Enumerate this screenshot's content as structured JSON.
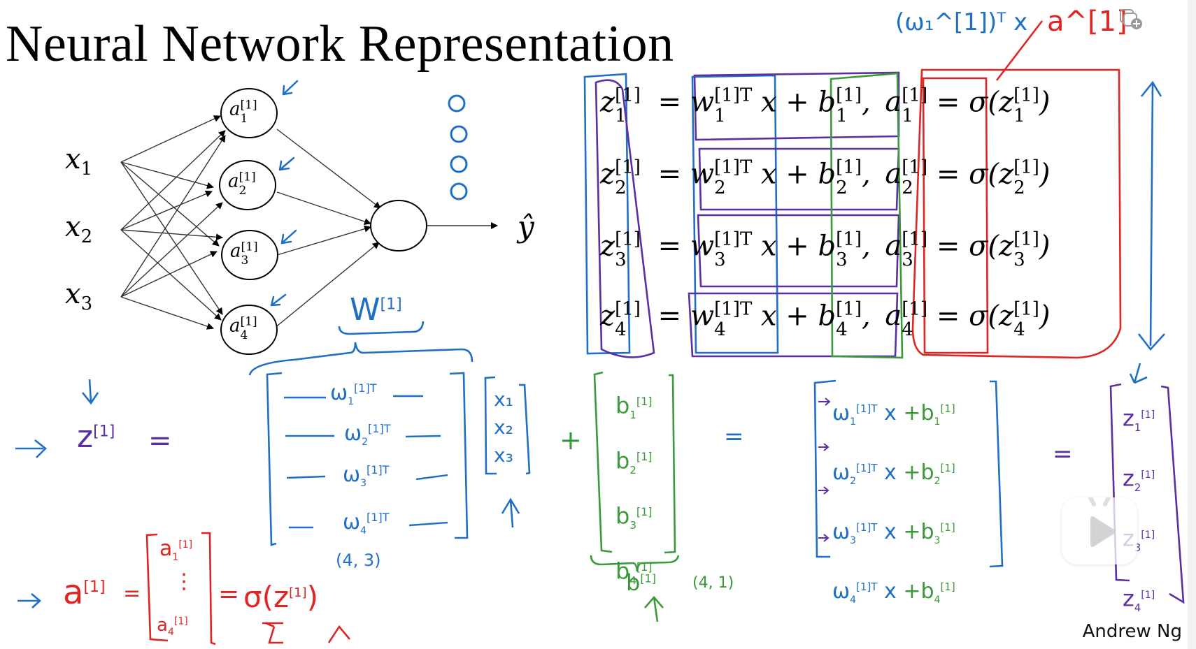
{
  "slide": {
    "title": "Neural Network Representation",
    "credit": "Andrew Ng"
  },
  "network": {
    "inputs": [
      "x",
      "x",
      "x"
    ],
    "input_subs": [
      "1",
      "2",
      "3"
    ],
    "hidden_nodes": [
      {
        "sym": "a",
        "sup": "[1]",
        "sub": "1"
      },
      {
        "sym": "a",
        "sup": "[1]",
        "sub": "2"
      },
      {
        "sym": "a",
        "sup": "[1]",
        "sub": "3"
      },
      {
        "sym": "a",
        "sup": "[1]",
        "sub": "4"
      }
    ],
    "output_label": "ŷ"
  },
  "equations": [
    {
      "z": "z",
      "sub": "1",
      "sup": "[1]",
      "w": "w",
      "wsup": "[1]T",
      "x": "x",
      "plus": "+",
      "b": "b",
      "bsup": "[1]",
      "a": "a",
      "asup": "[1]",
      "sigma": "σ",
      "eq": "="
    },
    {
      "z": "z",
      "sub": "2",
      "sup": "[1]",
      "w": "w",
      "wsup": "[1]T",
      "x": "x",
      "plus": "+",
      "b": "b",
      "bsup": "[1]",
      "a": "a",
      "asup": "[1]",
      "sigma": "σ",
      "eq": "="
    },
    {
      "z": "z",
      "sub": "3",
      "sup": "[1]",
      "w": "w",
      "wsup": "[1]T",
      "x": "x",
      "plus": "+",
      "b": "b",
      "bsup": "[1]",
      "a": "a",
      "asup": "[1]",
      "sigma": "σ",
      "eq": "="
    },
    {
      "z": "z",
      "sub": "4",
      "sup": "[1]",
      "w": "w",
      "wsup": "[1]T",
      "x": "x",
      "plus": "+",
      "b": "b",
      "bsup": "[1]",
      "a": "a",
      "asup": "[1]",
      "sigma": "σ",
      "eq": "="
    }
  ],
  "annotations": {
    "top_blue": "(ω₁^[1])ᵀ x",
    "top_red": "a^[1]",
    "W_label": "W",
    "W_sup": "[1]",
    "z_label": "z",
    "z_sup": "[1]",
    "equals": "=",
    "W_rows": [
      {
        "w": "ω",
        "sub": "1",
        "sup": "[1]T"
      },
      {
        "w": "ω",
        "sub": "2",
        "sup": "[1]T"
      },
      {
        "w": "ω",
        "sub": "3",
        "sup": "[1]T"
      },
      {
        "w": "ω",
        "sub": "4",
        "sup": "[1]T"
      }
    ],
    "W_shape": "(4, 3)",
    "x_vec": [
      "x₁",
      "x₂",
      "x₃"
    ],
    "plus": "+",
    "b_vec": [
      {
        "b": "b",
        "sub": "1",
        "sup": "[1]"
      },
      {
        "b": "b",
        "sub": "2",
        "sup": "[1]"
      },
      {
        "b": "b",
        "sub": "3",
        "sup": "[1]"
      },
      {
        "b": "b",
        "sub": "4",
        "sup": "[1]"
      }
    ],
    "b_label": "b",
    "b_sup": "[1]",
    "b_shape": "(4, 1)",
    "result_rows": [
      {
        "w": "ω",
        "sub": "1",
        "sup": "[1]T",
        "x": "x",
        "b": "+b",
        "bsub": "1",
        "bsup": "[1]"
      },
      {
        "w": "ω",
        "sub": "2",
        "sup": "[1]T",
        "x": "x",
        "b": "+b",
        "bsub": "2",
        "bsup": "[1]"
      },
      {
        "w": "ω",
        "sub": "3",
        "sup": "[1]T",
        "x": "x",
        "b": "+b",
        "bsub": "3",
        "bsup": "[1]"
      },
      {
        "w": "ω",
        "sub": "4",
        "sup": "[1]T",
        "x": "x",
        "b": "+b",
        "bsub": "4",
        "bsup": "[1]"
      }
    ],
    "z_vec": [
      {
        "z": "z",
        "sub": "1",
        "sup": "[1]"
      },
      {
        "z": "z",
        "sub": "2",
        "sup": "[1]"
      },
      {
        "z": "z",
        "sub": "3",
        "sup": "[1]"
      },
      {
        "z": "z",
        "sub": "4",
        "sup": "[1]"
      }
    ],
    "a_label": "a",
    "a_sup": "[1]",
    "a_vec_top": "a",
    "a_vec_top_sub": "1",
    "a_vec_top_sup": "[1]",
    "a_vec_dots": "⋮",
    "a_vec_bot": "a",
    "a_vec_bot_sub": "4",
    "a_vec_bot_sup": "[1]",
    "sigma_expr": "σ(z",
    "sigma_sup": "[1]",
    "sigma_close": ")",
    "arrow": "→"
  },
  "colors": {
    "blue": "#1f6fc5",
    "purple": "#5b2fa3",
    "green": "#3a9a3a",
    "red": "#e02424",
    "ink": "#000000"
  },
  "overlay": {
    "play_icon": "play-icon",
    "collect_icon": "add-to-collection-icon"
  }
}
